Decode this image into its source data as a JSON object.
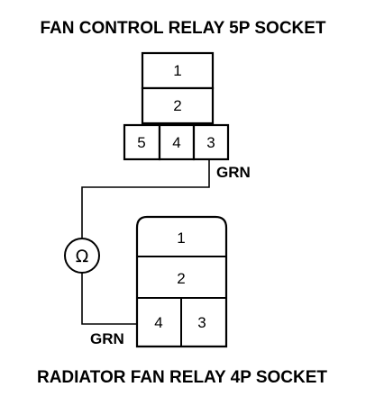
{
  "top_title": "FAN CONTROL RELAY 5P SOCKET",
  "bottom_title": "RADIATOR FAN RELAY 4P SOCKET",
  "fan_control_relay": {
    "pins": [
      "1",
      "2",
      "5",
      "4",
      "3"
    ]
  },
  "radiator_fan_relay": {
    "pins": [
      "1",
      "2",
      "4",
      "3"
    ]
  },
  "wire_color_top": "GRN",
  "wire_color_bottom": "GRN",
  "meter_symbol": "Ω",
  "meter_icon": "ohmmeter-icon"
}
